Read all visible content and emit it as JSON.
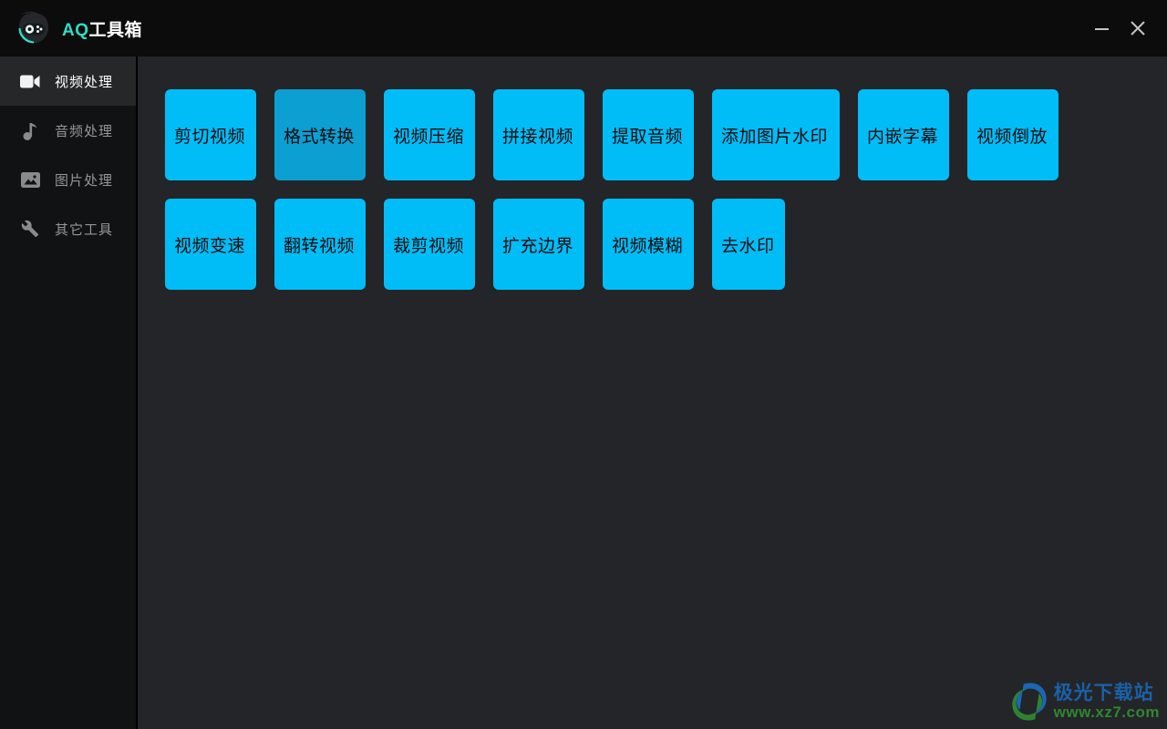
{
  "titlebar": {
    "app_logo_icon": "gamepad-comet-icon",
    "title_accent": "AQ",
    "title_rest": "工具箱"
  },
  "sidebar": {
    "items": [
      {
        "label": "视频处理",
        "icon": "video-camera-icon",
        "active": true
      },
      {
        "label": "音频处理",
        "icon": "music-note-icon",
        "active": false
      },
      {
        "label": "图片处理",
        "icon": "image-icon",
        "active": false
      },
      {
        "label": "其它工具",
        "icon": "wrench-icon",
        "active": false
      }
    ]
  },
  "content": {
    "tools": [
      {
        "label": "剪切视频"
      },
      {
        "label": "格式转换",
        "state": "hover"
      },
      {
        "label": "视频压缩"
      },
      {
        "label": "拼接视频"
      },
      {
        "label": "提取音频"
      },
      {
        "label": "添加图片水印"
      },
      {
        "label": "内嵌字幕"
      },
      {
        "label": "视频倒放"
      },
      {
        "label": "视频变速"
      },
      {
        "label": "翻转视频"
      },
      {
        "label": "裁剪视频"
      },
      {
        "label": "扩充边界"
      },
      {
        "label": "视频模糊"
      },
      {
        "label": "去水印"
      }
    ]
  },
  "watermark": {
    "logo_icon": "swirl-galaxy-icon",
    "site_name": "极光下载站",
    "site_url": "www.xz7.com"
  },
  "colors": {
    "accent_teal": "#2fdec4",
    "tool_button": "#00bdf8",
    "tool_button_hover": "#0c9fd2",
    "watermark_blue": "#1a67b5",
    "watermark_green": "#2f8f35"
  }
}
